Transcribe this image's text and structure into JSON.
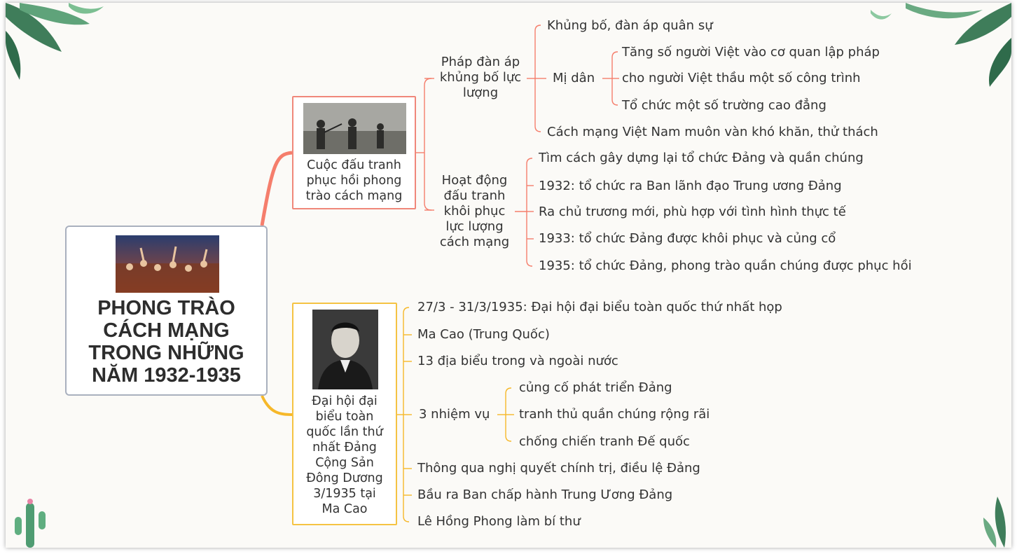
{
  "root": {
    "title": "PHONG TRÀO\nCÁCH MẠNG\nTRONG NHỮNG\nNĂM 1932-1935"
  },
  "branch1": {
    "title": "Cuộc đấu tranh\nphục hồi phong\ntrào cách mạng",
    "sub1": {
      "title": "Pháp đàn áp\nkhủng bố lực\nlượng",
      "items": [
        "Khủng bố, đàn áp quân sự",
        "Mị dân",
        "Cách mạng Việt Nam muôn vàn khó khăn, thử thách"
      ],
      "midan": [
        "Tăng số người Việt vào cơ quan lập pháp",
        "cho người Việt thầu một số công trình",
        "Tổ chức một số trường cao đẳng"
      ]
    },
    "sub2": {
      "title": "Hoạt động\nđấu tranh\nkhôi phục\nlực lượng\ncách mạng",
      "items": [
        "Tìm cách gây dựng lại tổ chức Đảng và quần chúng",
        "1932: tổ chức ra Ban lãnh đạo Trung ương Đảng",
        "Ra chủ trương mới, phù hợp với tình hình thực tế",
        "1933: tổ chức Đảng được khôi phục và củng cổ",
        "1935: tổ chức Đảng, phong trào quần chúng được phục hồi"
      ]
    }
  },
  "branch2": {
    "title": "Đại hội đại\nbiểu toàn\nquốc lần thứ\nnhất Đảng\nCộng Sản\nĐông Dương\n3/1935 tại\nMa Cao",
    "items": [
      "27/3 - 31/3/1935: Đại hội đại biểu toàn quốc thứ nhất họp",
      "Ma Cao (Trung Quốc)",
      "13 địa biểu trong và ngoài nước",
      "3 nhiệm vụ",
      "Thông qua nghị quyết chính trị, điều lệ Đảng",
      "Bầu ra Ban chấp hành Trung Ương Đảng",
      "Lê Hồng Phong làm bí thư"
    ],
    "tasks": [
      "củng cố phát triển Đảng",
      "tranh thủ quần chúng rộng rãi",
      "chống chiến tranh Đế quốc"
    ]
  },
  "colors": {
    "branch1": "#f57e6c",
    "branch2": "#f6b82a",
    "root_border": "#a9b0be"
  },
  "icons": [
    "tropical-leaf-decoration",
    "cactus-decoration"
  ]
}
